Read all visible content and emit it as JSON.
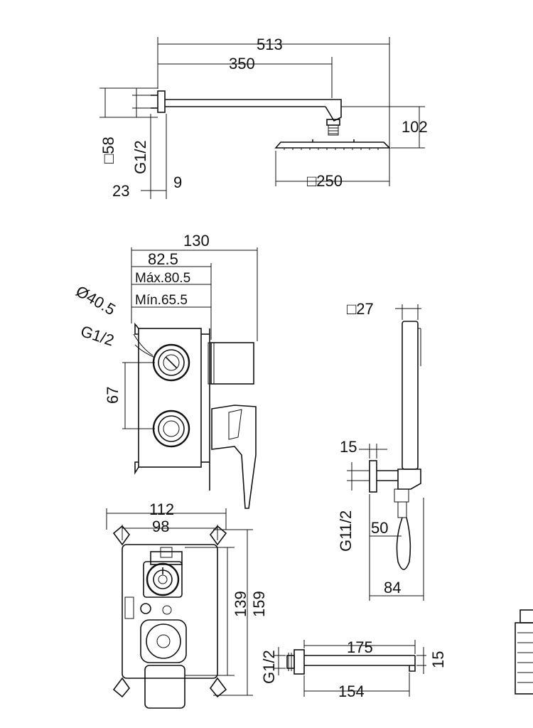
{
  "dimensions": {
    "shower_arm_length": "513",
    "shower_arm_projection": "350",
    "wall_flange_square": "□58",
    "arm_thread": "G1/2",
    "flange_depth": "23",
    "flange_thickness": "9",
    "head_height": "102",
    "head_size": "□250",
    "body_depth": "130",
    "body_depth_inner": "82.5",
    "max_depth": "Máx.80.5",
    "min_depth": "Mín.65.5",
    "port_diameter": "Ø40.5",
    "port_thread": "G1/2",
    "port_spacing": "67",
    "handset_width": "□27",
    "holder_offset": "15",
    "hose_thread": "G11/2",
    "holder_projection": "50",
    "holder_depth": "84",
    "box_outer_width": "112",
    "box_inner_width": "98",
    "box_inner_height": "139",
    "box_outer_height": "159",
    "spout_thread": "G1/2",
    "spout_length": "175",
    "spout_height": "15",
    "spout_reach": "154"
  },
  "icons": [
    "shower-head-icon",
    "mixer-body-icon",
    "hand-shower-icon",
    "spout-icon",
    "cartridge-icon"
  ]
}
